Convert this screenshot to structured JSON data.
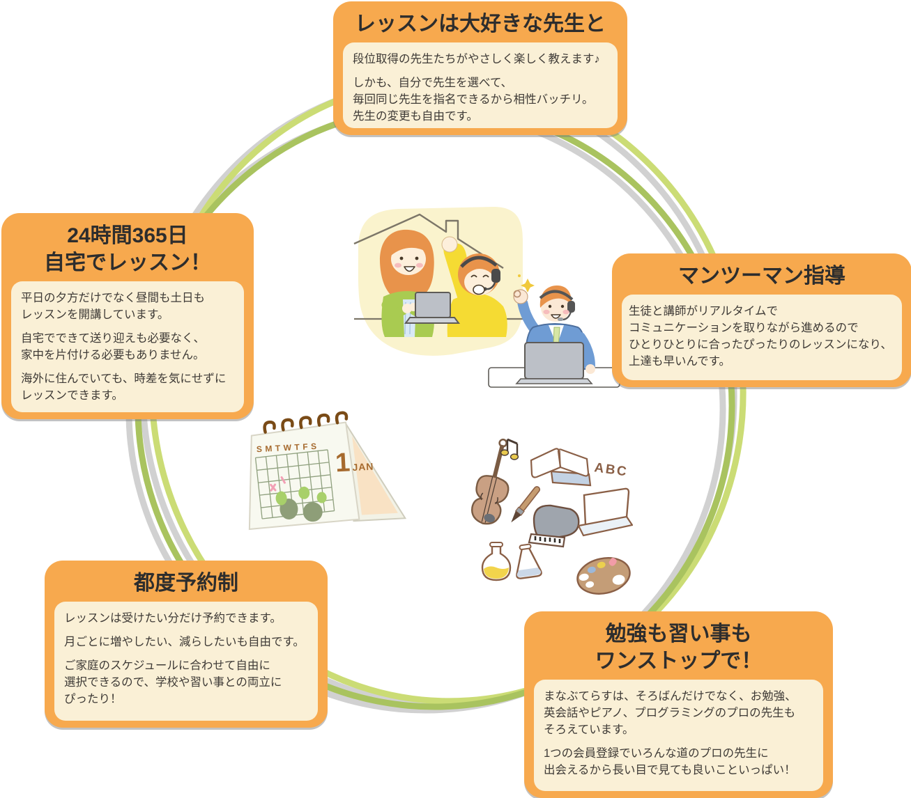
{
  "page": {
    "background": "#ffffff",
    "kind": "circular-feature-infographic"
  },
  "colors": {
    "card_orange": "#F7A94E",
    "panel_cream": "#FAF0D6",
    "title_text": "#2d2d2d",
    "body_text": "#3e3a36",
    "circle_light_green": "#cbdc75",
    "circle_dark_green": "#a9c35f",
    "circle_shadow_gray": "#c6c6c6",
    "bubble_cream": "#FAF3CD",
    "hair_orange": "#E8934B",
    "kid_yellow": "#F5DB33",
    "mother_green": "#A9CB51",
    "teacher_blue": "#6F9CD4",
    "laptop_gray": "#BCC0C7"
  },
  "cards": {
    "favorite_teacher": {
      "title": "レッスンは大好きな先生と",
      "paragraphs": [
        "段位取得の先生たちがやさしく楽しく教えます♪",
        "しかも、自分で先生を選べて、\n毎回同じ先生を指名できるから相性バッチリ。\n先生の変更も自由です。"
      ]
    },
    "one_on_one": {
      "title": "マンツーマン指導",
      "paragraphs": [
        "生徒と講師がリアルタイムで\nコミュニケーションを取りながら進めるので\nひとりひとりに合ったぴったりのレッスンになり、\n上達も早いんです。"
      ]
    },
    "anytime_at_home": {
      "title": "24時間365日\n自宅でレッスン！",
      "paragraphs": [
        "平日の夕方だけでなく昼間も土日も\nレッスンを開講しています。",
        "自宅でできて送り迎えも必要なく、\n家中を片付ける必要もありません。",
        "海外に住んでいても、時差を気にせずに\nレッスンできます。"
      ]
    },
    "per_lesson_booking": {
      "title": "都度予約制",
      "paragraphs": [
        "レッスンは受けたい分だけ予約できます。",
        "月ごとに増やしたい、減らしたいも自由です。",
        "ご家庭のスケジュールに合わせて自由に\n選択できるので、学校や習い事との両立に\nぴったり！"
      ]
    },
    "one_stop": {
      "title": "勉強も習い事も\nワンストップで！",
      "paragraphs": [
        "まなぶてらすは、そろばんだけでなく、お勉強、\n英会話やピアノ、プログラミングのプロの先生も\nそろえています。",
        "1つの会員登録でいろんな道のプロの先生に\n出会えるから長い目で見ても良いこといっぱい！"
      ]
    }
  },
  "illustrations": {
    "calendar": {
      "week_header": "SMTWTFS",
      "day_number": "1",
      "month": "JAN"
    },
    "subjects": {
      "alphabet": "ABC"
    }
  }
}
